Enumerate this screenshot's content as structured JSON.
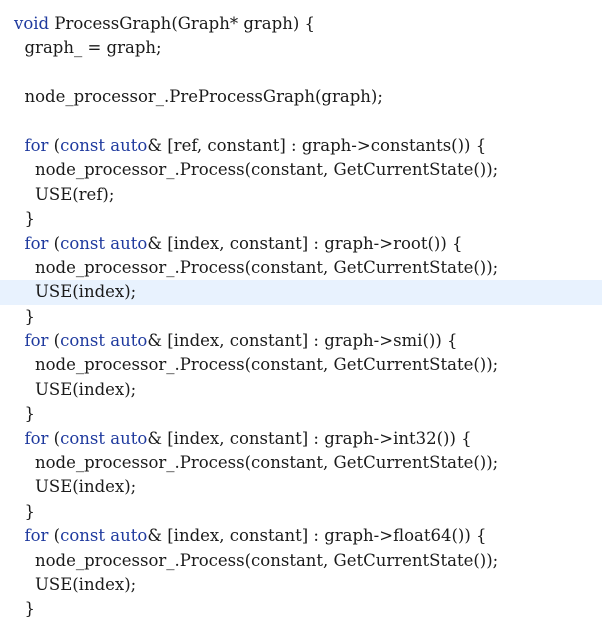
{
  "editor": {
    "current_line_index": 11,
    "colors": {
      "keyword": "#1f3a9e",
      "text": "#1a1a1a",
      "current_line_highlight": "#e8f2fe",
      "background": "#ffffff"
    },
    "lines": [
      "void ProcessGraph(Graph* graph) {",
      "  graph_ = graph;",
      "",
      "  node_processor_.PreProcessGraph(graph);",
      "",
      "  for (const auto& [ref, constant] : graph->constants()) {",
      "    node_processor_.Process(constant, GetCurrentState());",
      "    USE(ref);",
      "  }",
      "  for (const auto& [index, constant] : graph->root()) {",
      "    node_processor_.Process(constant, GetCurrentState());",
      "    USE(index);",
      "  }",
      "  for (const auto& [index, constant] : graph->smi()) {",
      "    node_processor_.Process(constant, GetCurrentState());",
      "    USE(index);",
      "  }",
      "  for (const auto& [index, constant] : graph->int32()) {",
      "    node_processor_.Process(constant, GetCurrentState());",
      "    USE(index);",
      "  }",
      "  for (const auto& [index, constant] : graph->float64()) {",
      "    node_processor_.Process(constant, GetCurrentState());",
      "    USE(index);",
      "  }"
    ]
  }
}
